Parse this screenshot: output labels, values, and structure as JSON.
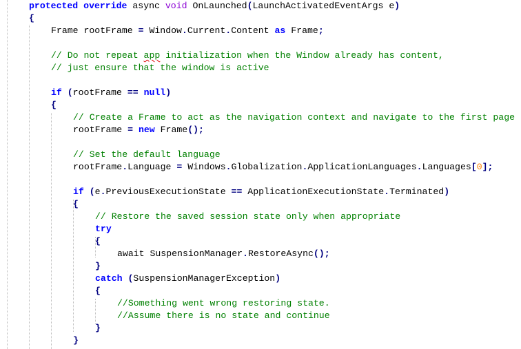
{
  "editor": {
    "language": "C#",
    "colors": {
      "keyword": "#0000ff",
      "keyword_alt": "#8a00d4",
      "comment": "#008000",
      "punctuation": "#000080",
      "number": "#ff8000",
      "indent_guide": "#bdbdbd",
      "spellcheck_underline": "#e00000"
    },
    "lines": [
      {
        "indent": 0,
        "tokens": [
          {
            "t": "kw",
            "v": "protected"
          },
          {
            "t": "pl",
            "v": " "
          },
          {
            "t": "kw",
            "v": "override"
          },
          {
            "t": "pl",
            "v": " async "
          },
          {
            "t": "kw2",
            "v": "void"
          },
          {
            "t": "pl",
            "v": " OnLaunched"
          },
          {
            "t": "pn",
            "v": "("
          },
          {
            "t": "pl",
            "v": "LaunchActivatedEventArgs e"
          },
          {
            "t": "pn",
            "v": ")"
          }
        ]
      },
      {
        "indent": 0,
        "tokens": [
          {
            "t": "br",
            "v": "{"
          }
        ]
      },
      {
        "indent": 1,
        "tokens": [
          {
            "t": "pl",
            "v": "Frame rootFrame "
          },
          {
            "t": "pn",
            "v": "="
          },
          {
            "t": "pl",
            "v": " Window"
          },
          {
            "t": "pn",
            "v": "."
          },
          {
            "t": "pl",
            "v": "Current"
          },
          {
            "t": "pn",
            "v": "."
          },
          {
            "t": "pl",
            "v": "Content "
          },
          {
            "t": "kw",
            "v": "as"
          },
          {
            "t": "pl",
            "v": " Frame"
          },
          {
            "t": "pn",
            "v": ";"
          }
        ]
      },
      {
        "indent": 1,
        "tokens": []
      },
      {
        "indent": 1,
        "tokens": [
          {
            "t": "cm",
            "v": "// Do not repeat "
          },
          {
            "t": "cmsq",
            "v": "app"
          },
          {
            "t": "cm",
            "v": " initialization when the Window already has content,"
          }
        ]
      },
      {
        "indent": 1,
        "tokens": [
          {
            "t": "cm",
            "v": "// just ensure that the window is active"
          }
        ]
      },
      {
        "indent": 1,
        "tokens": []
      },
      {
        "indent": 1,
        "tokens": [
          {
            "t": "kw",
            "v": "if"
          },
          {
            "t": "pl",
            "v": " "
          },
          {
            "t": "pn",
            "v": "("
          },
          {
            "t": "pl",
            "v": "rootFrame "
          },
          {
            "t": "pn",
            "v": "=="
          },
          {
            "t": "pl",
            "v": " "
          },
          {
            "t": "kw",
            "v": "null"
          },
          {
            "t": "pn",
            "v": ")"
          }
        ]
      },
      {
        "indent": 1,
        "tokens": [
          {
            "t": "br",
            "v": "{"
          }
        ]
      },
      {
        "indent": 2,
        "tokens": [
          {
            "t": "cm",
            "v": "// Create a Frame to act as the navigation context and navigate to the first page"
          }
        ]
      },
      {
        "indent": 2,
        "tokens": [
          {
            "t": "pl",
            "v": "rootFrame "
          },
          {
            "t": "pn",
            "v": "="
          },
          {
            "t": "pl",
            "v": " "
          },
          {
            "t": "kw",
            "v": "new"
          },
          {
            "t": "pl",
            "v": " Frame"
          },
          {
            "t": "pn",
            "v": "();"
          }
        ]
      },
      {
        "indent": 2,
        "tokens": []
      },
      {
        "indent": 2,
        "tokens": [
          {
            "t": "cm",
            "v": "// Set the default language"
          }
        ]
      },
      {
        "indent": 2,
        "tokens": [
          {
            "t": "pl",
            "v": "rootFrame"
          },
          {
            "t": "pn",
            "v": "."
          },
          {
            "t": "pl",
            "v": "Language "
          },
          {
            "t": "pn",
            "v": "="
          },
          {
            "t": "pl",
            "v": " Windows"
          },
          {
            "t": "pn",
            "v": "."
          },
          {
            "t": "pl",
            "v": "Globalization"
          },
          {
            "t": "pn",
            "v": "."
          },
          {
            "t": "pl",
            "v": "ApplicationLanguages"
          },
          {
            "t": "pn",
            "v": "."
          },
          {
            "t": "pl",
            "v": "Languages"
          },
          {
            "t": "pn",
            "v": "["
          },
          {
            "t": "num",
            "v": "0"
          },
          {
            "t": "pn",
            "v": "];"
          }
        ]
      },
      {
        "indent": 2,
        "tokens": []
      },
      {
        "indent": 2,
        "tokens": [
          {
            "t": "kw",
            "v": "if"
          },
          {
            "t": "pl",
            "v": " "
          },
          {
            "t": "pn",
            "v": "("
          },
          {
            "t": "pl",
            "v": "e"
          },
          {
            "t": "pn",
            "v": "."
          },
          {
            "t": "pl",
            "v": "PreviousExecutionState "
          },
          {
            "t": "pn",
            "v": "=="
          },
          {
            "t": "pl",
            "v": " ApplicationExecutionState"
          },
          {
            "t": "pn",
            "v": "."
          },
          {
            "t": "pl",
            "v": "Terminated"
          },
          {
            "t": "pn",
            "v": ")"
          }
        ]
      },
      {
        "indent": 2,
        "tokens": [
          {
            "t": "br",
            "v": "{"
          }
        ]
      },
      {
        "indent": 3,
        "tokens": [
          {
            "t": "cm",
            "v": "// Restore the saved session state only when appropriate"
          }
        ]
      },
      {
        "indent": 3,
        "tokens": [
          {
            "t": "kw",
            "v": "try"
          }
        ]
      },
      {
        "indent": 3,
        "tokens": [
          {
            "t": "br",
            "v": "{"
          }
        ]
      },
      {
        "indent": 4,
        "tokens": [
          {
            "t": "pl",
            "v": "await SuspensionManager"
          },
          {
            "t": "pn",
            "v": "."
          },
          {
            "t": "pl",
            "v": "RestoreAsync"
          },
          {
            "t": "pn",
            "v": "();"
          }
        ]
      },
      {
        "indent": 3,
        "tokens": [
          {
            "t": "br",
            "v": "}"
          }
        ]
      },
      {
        "indent": 3,
        "tokens": [
          {
            "t": "kw",
            "v": "catch"
          },
          {
            "t": "pl",
            "v": " "
          },
          {
            "t": "pn",
            "v": "("
          },
          {
            "t": "pl",
            "v": "SuspensionManagerException"
          },
          {
            "t": "pn",
            "v": ")"
          }
        ]
      },
      {
        "indent": 3,
        "tokens": [
          {
            "t": "br",
            "v": "{"
          }
        ]
      },
      {
        "indent": 4,
        "tokens": [
          {
            "t": "cm",
            "v": "//Something went wrong restoring state."
          }
        ]
      },
      {
        "indent": 4,
        "tokens": [
          {
            "t": "cm",
            "v": "//Assume there is no state and continue"
          }
        ]
      },
      {
        "indent": 3,
        "tokens": [
          {
            "t": "br",
            "v": "}"
          }
        ]
      },
      {
        "indent": 2,
        "tokens": [
          {
            "t": "br",
            "v": "}"
          }
        ]
      }
    ]
  }
}
